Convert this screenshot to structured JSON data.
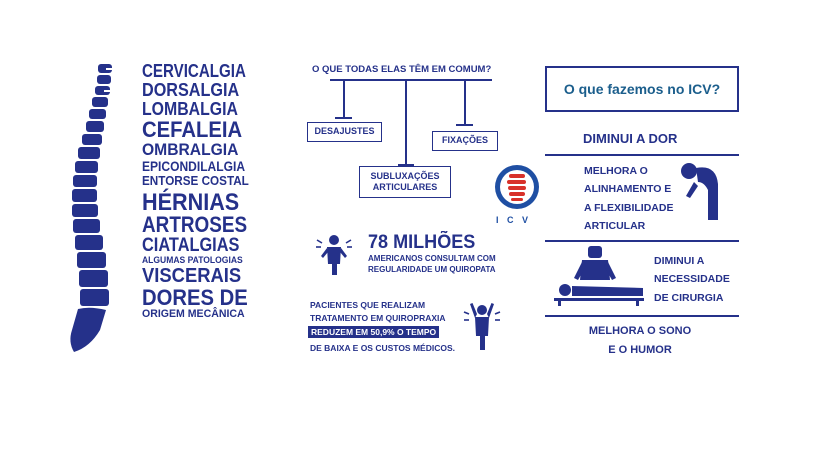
{
  "left": {
    "conditions": [
      "CERVICALGIA",
      "DORSALGIA",
      "LOMBALGIA",
      "CEFALEIA",
      "OMBRALGIA",
      "EPICONDILALGIA",
      "ENTORSE COSTAL",
      "HÉRNIAS",
      "ARTROSES",
      "CIATALGIAS",
      "ALGUMAS PATOLOGIAS",
      "VISCERAIS",
      "DORES DE",
      "ORIGEM MECÂNICA"
    ]
  },
  "middle": {
    "question": "O QUE TODAS ELAS TÊM EM COMUM?",
    "box_desajustes": "DESAJUSTES",
    "box_fixacoes": "FIXAÇÕES",
    "box_sublux_1": "SUBLUXAÇÕES",
    "box_sublux_2": "ARTICULARES",
    "stat_number": "78 MILHÕES",
    "stat_line1": "AMERICANOS CONSULTAM COM",
    "stat_line2": "REGULARIDADE UM QUIROPATA",
    "pac_line1": "PACIENTES QUE REALIZAM",
    "pac_line2": "TRATAMENTO EM QUIROPRAXIA",
    "pac_highlight": "REDUZEM EM 50,9% O TEMPO",
    "pac_line4": "DE BAIXA E OS CUSTOS MÉDICOS."
  },
  "logo": {
    "letters": "I C V",
    "colors": {
      "red": "#d8312a",
      "blue": "#1f4fa3"
    }
  },
  "right": {
    "header": "O que fazemos no ICV?",
    "item1": "DIMINUI A DOR",
    "item2_l1": "MELHORA O",
    "item2_l2": "ALINHAMENTO E",
    "item2_l3": "A FLEXIBILIDADE",
    "item2_l4": "ARTICULAR",
    "item3_l1": "DIMINUI A",
    "item3_l2": "NECESSIDADE",
    "item3_l3": "DE CIRURGIA",
    "item4_l1": "MELHORA O SONO",
    "item4_l2": "E O HUMOR"
  },
  "colors": {
    "navy": "#25318a",
    "header_text": "#1b5e8c"
  }
}
